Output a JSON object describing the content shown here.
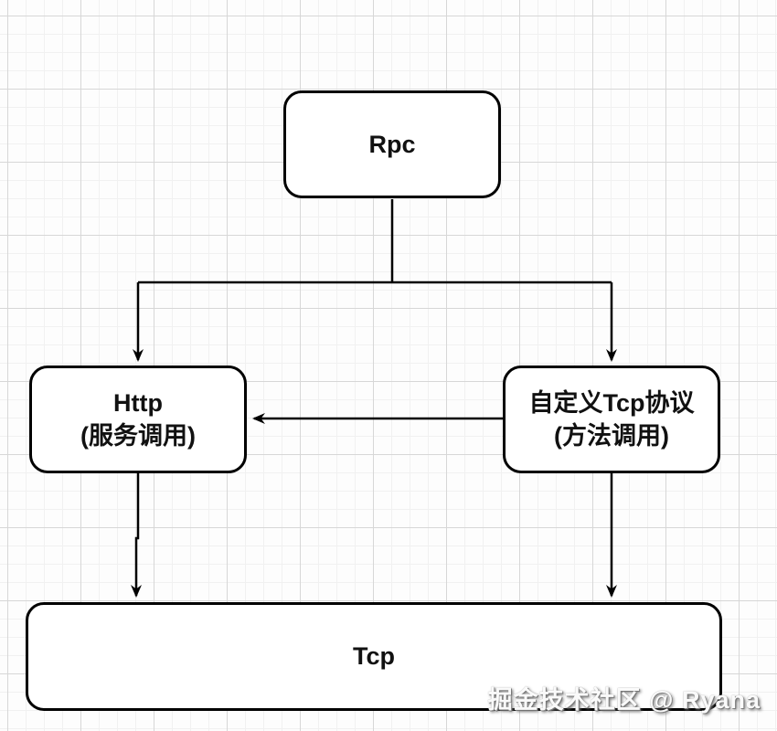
{
  "diagram": {
    "nodes": {
      "rpc": {
        "label": "Rpc"
      },
      "http": {
        "label": "Http",
        "sublabel": "(服务调用)"
      },
      "custom_tcp": {
        "label": "自定义Tcp协议",
        "sublabel": "(方法调用)"
      },
      "tcp": {
        "label": "Tcp"
      }
    },
    "edges": [
      {
        "from": "rpc",
        "to": "http",
        "style": "arrow"
      },
      {
        "from": "rpc",
        "to": "custom_tcp",
        "style": "arrow"
      },
      {
        "from": "custom_tcp",
        "to": "http",
        "style": "arrow"
      },
      {
        "from": "http",
        "to": "tcp",
        "style": "arrow"
      },
      {
        "from": "custom_tcp",
        "to": "tcp",
        "style": "arrow"
      }
    ],
    "colors": {
      "node_fill": "#ffffff",
      "node_stroke": "#000000",
      "edge_stroke": "#000000",
      "grid_minor": "#f1f1f1",
      "grid_major": "#d7d7d7",
      "background": "#fdfdfd"
    }
  },
  "watermark": {
    "text": "掘金技术社区 @ Ryana"
  }
}
